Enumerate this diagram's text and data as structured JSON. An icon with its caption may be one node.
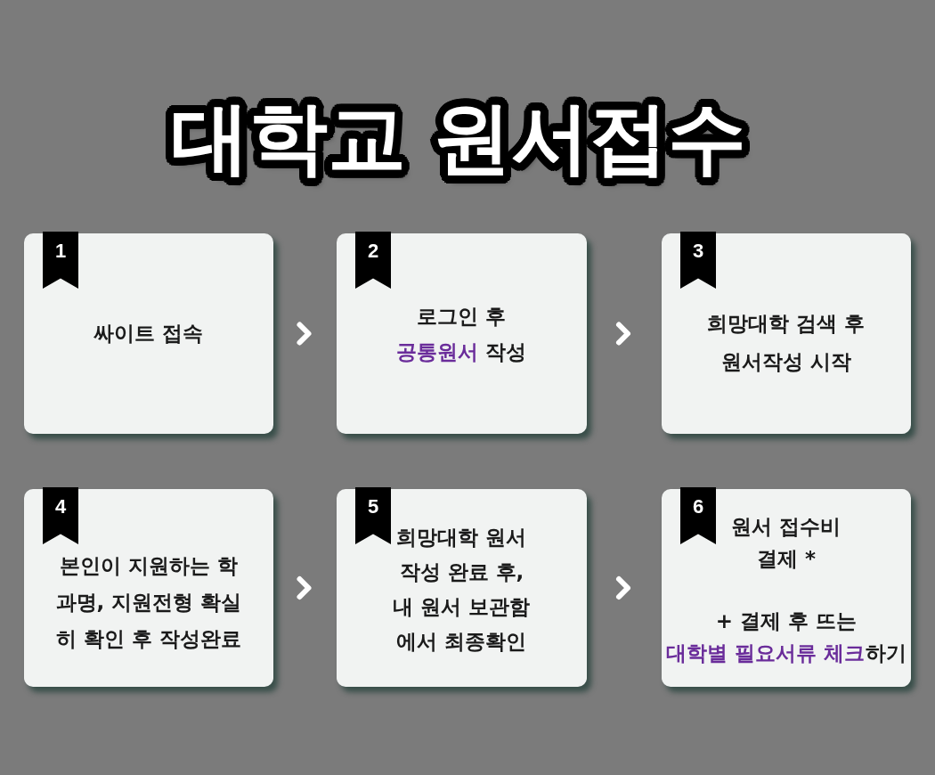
{
  "diagram": {
    "title": "대학교 원서접수",
    "nodes": [
      {
        "text": [
          "1",
          "싸이트 접속"
        ]
      },
      {
        "text": [
          "2",
          "로그인 후 **공통원서** 작성"
        ]
      },
      {
        "text": [
          "3",
          "희망대학 검색 후 원서작성 시작"
        ]
      },
      {
        "text": [
          "4",
          "본인이 지원하는 학과명, 지원전형 확실히 확인 후 작성완료"
        ]
      },
      {
        "text": [
          "5",
          "희망대학 원서 작성 완료 후, 내 원서 보관함에서 최종확인"
        ]
      },
      {
        "text": [
          "6",
          "원서 접수비 결제 *",
          "+ 결제 후 뜨는 **대학별 필요서류 체크**하기"
        ]
      }
    ],
    "edges": [
      {
        "from": 0,
        "to": 1,
        "arrow": "to"
      },
      {
        "from": 1,
        "to": 2,
        "arrow": "to"
      },
      {
        "from": 3,
        "to": 4,
        "arrow": "to"
      },
      {
        "from": 4,
        "to": 5,
        "arrow": "to"
      }
    ]
  }
}
